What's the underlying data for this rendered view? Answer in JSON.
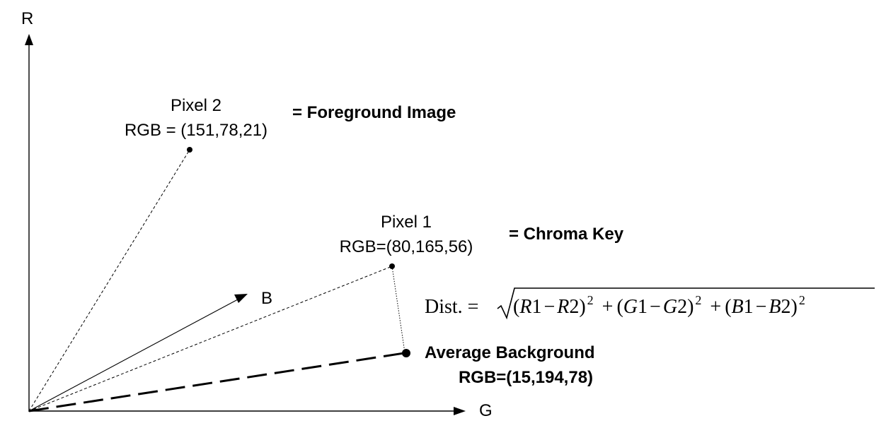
{
  "axes": {
    "r_label": "R",
    "g_label": "G",
    "b_label": "B"
  },
  "pixel2": {
    "name": "Pixel 2",
    "rgb_text": "RGB = (151,78,21)",
    "role": "= Foreground Image"
  },
  "pixel1": {
    "name": "Pixel 1",
    "rgb_text": "RGB=(80,165,56)",
    "role": "= Chroma Key"
  },
  "background": {
    "name": "Average Background",
    "rgb_text": "RGB=(15,194,78)"
  },
  "formula": {
    "lhs": "Dist. =",
    "term1_open": "(",
    "term1_a": "R",
    "term1_a_idx": "1",
    "term1_op": "−",
    "term1_b": "R",
    "term1_b_idx": "2",
    "term1_close": ")",
    "exp": "2",
    "plus": "+",
    "term2_a": "G",
    "term2_b": "G",
    "term3_a": "B",
    "term3_b": "B"
  },
  "colors": {
    "ink": "#000000",
    "background": "#ffffff"
  }
}
